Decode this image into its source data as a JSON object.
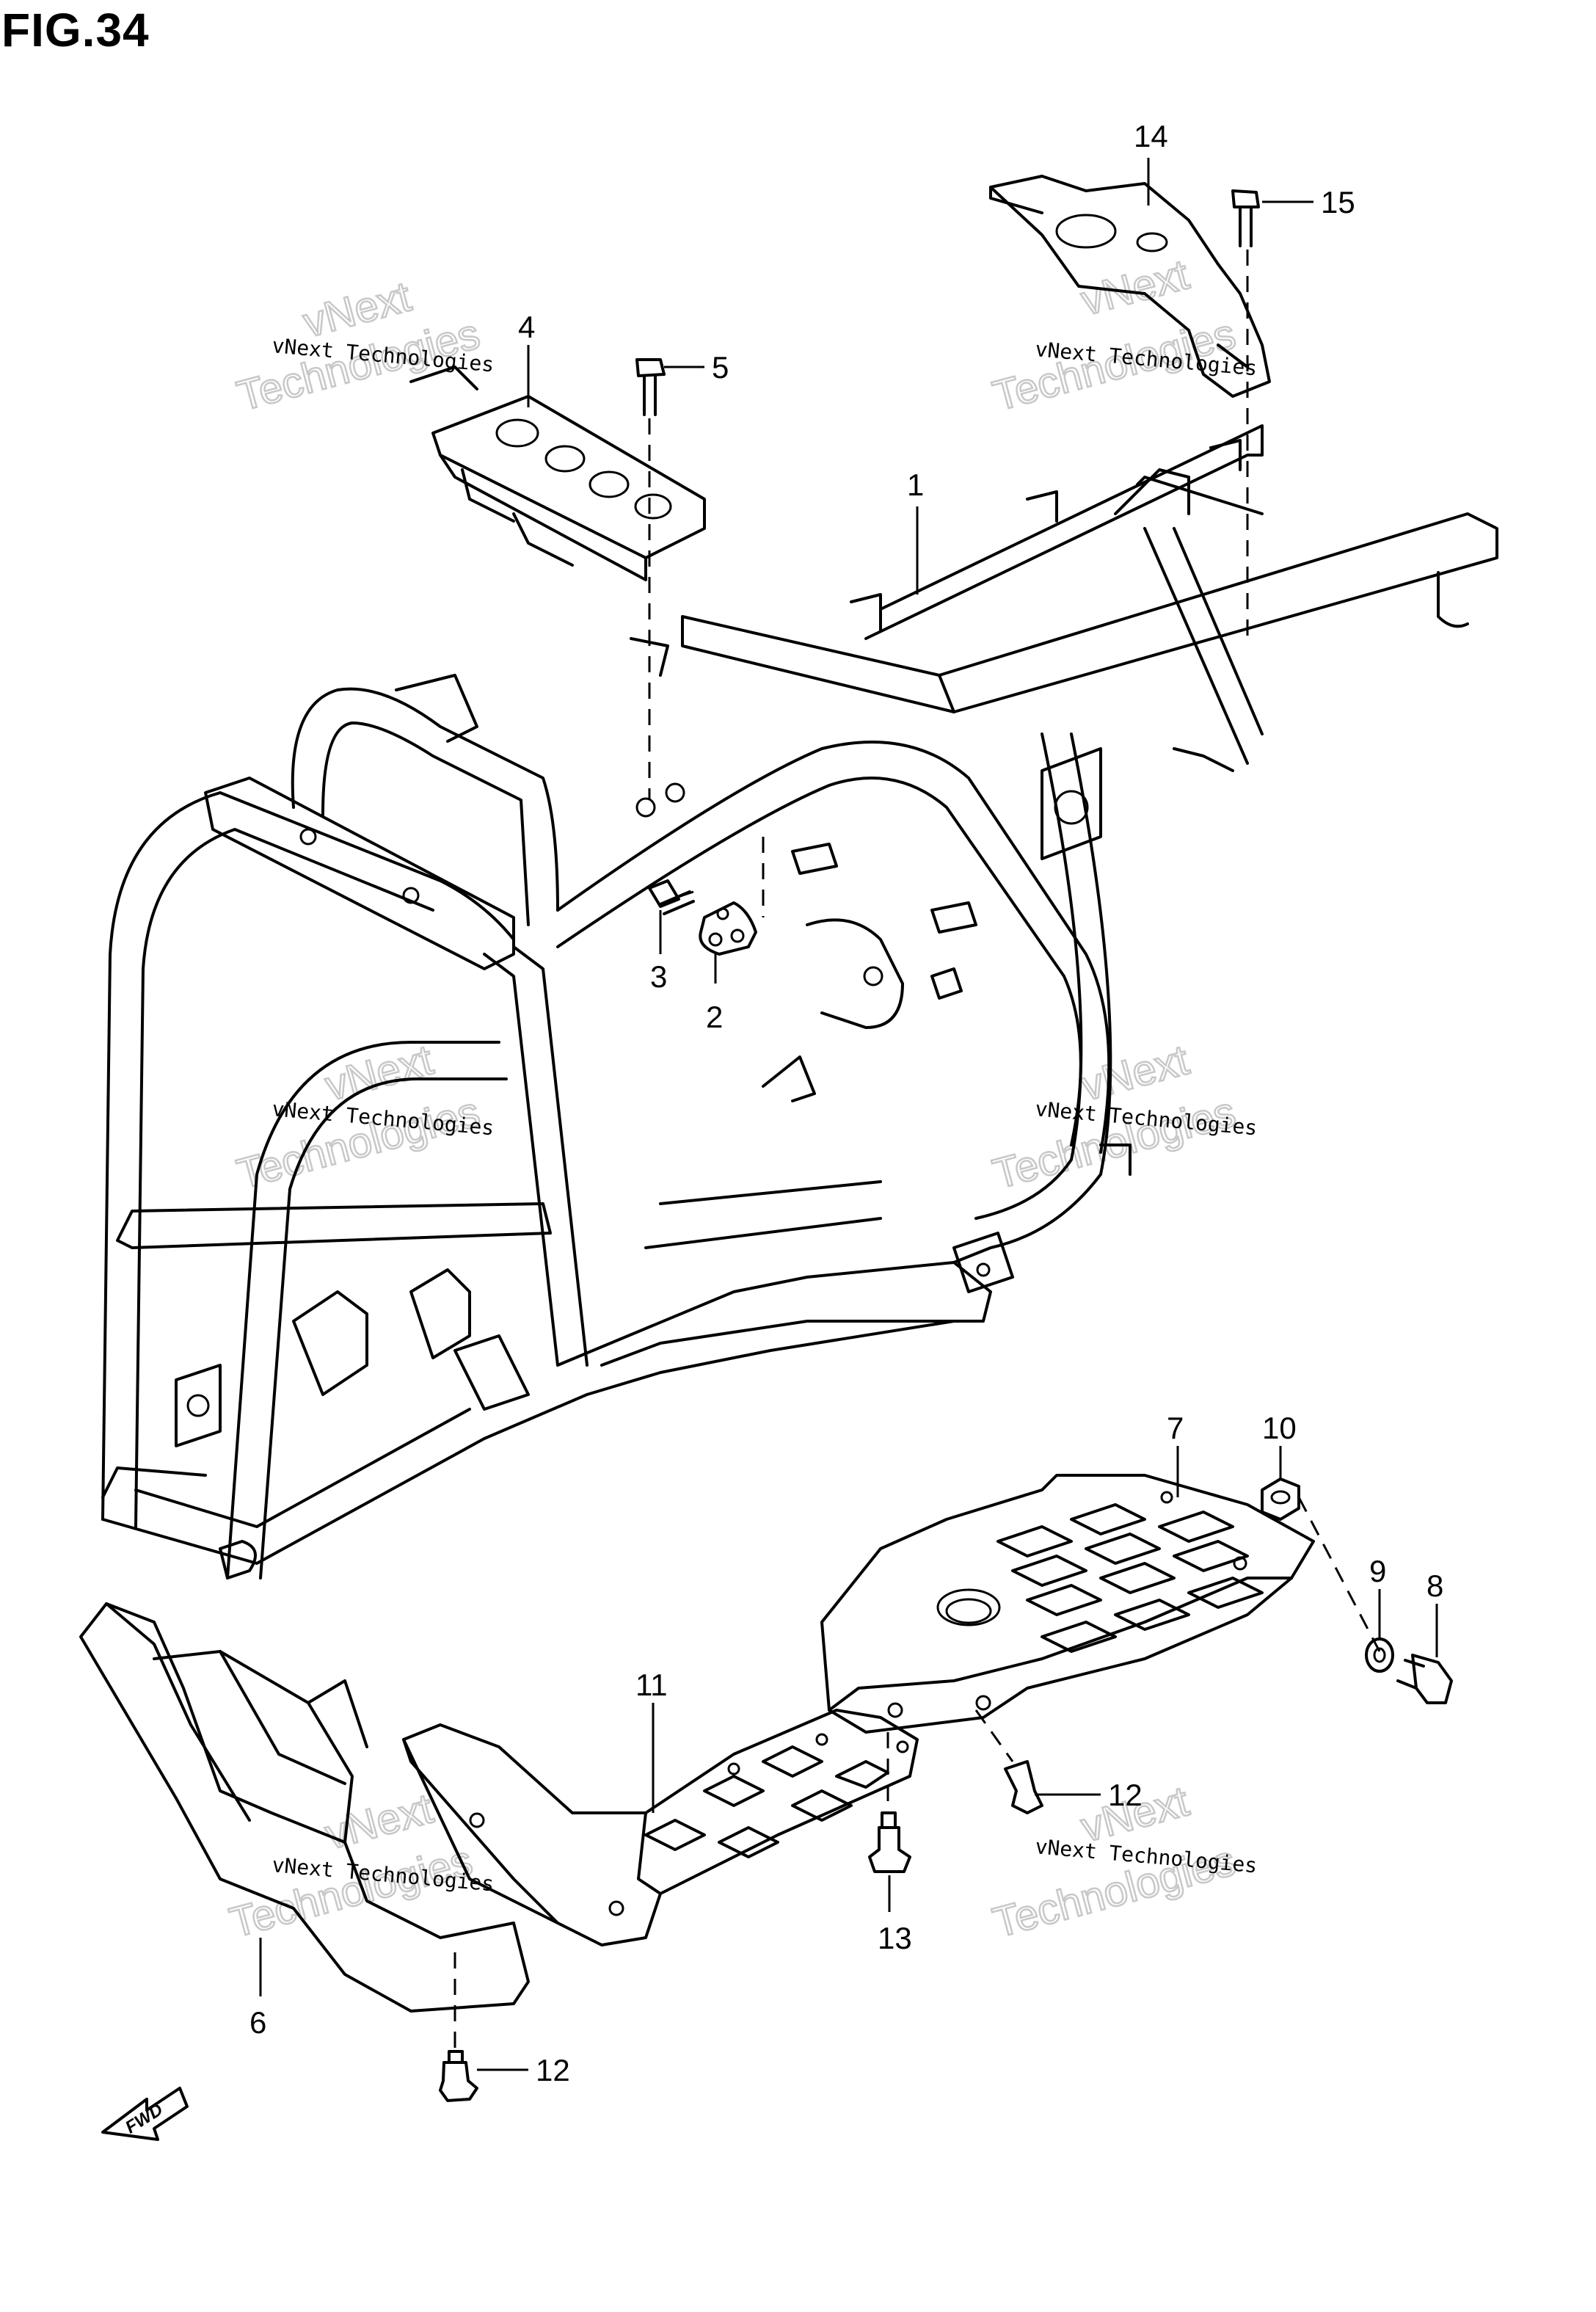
{
  "figure": {
    "title": "FIG.34"
  },
  "callouts": [
    {
      "id": "1",
      "label": "1"
    },
    {
      "id": "2",
      "label": "2"
    },
    {
      "id": "3",
      "label": "3"
    },
    {
      "id": "4",
      "label": "4"
    },
    {
      "id": "5",
      "label": "5"
    },
    {
      "id": "6",
      "label": "6"
    },
    {
      "id": "7",
      "label": "7"
    },
    {
      "id": "8",
      "label": "8"
    },
    {
      "id": "9",
      "label": "9"
    },
    {
      "id": "10",
      "label": "10"
    },
    {
      "id": "11",
      "label": "11"
    },
    {
      "id": "12a",
      "label": "12"
    },
    {
      "id": "12b",
      "label": "12"
    },
    {
      "id": "13",
      "label": "13"
    },
    {
      "id": "14",
      "label": "14"
    },
    {
      "id": "15",
      "label": "15"
    }
  ],
  "watermark": {
    "small": "vNext Technologies",
    "big_top": "vNext",
    "big_bottom": "Technologies"
  },
  "direction_arrow": {
    "label": "FWD"
  },
  "colors": {
    "line": "#000000",
    "watermark": "#c8c8c8",
    "background": "#ffffff"
  }
}
